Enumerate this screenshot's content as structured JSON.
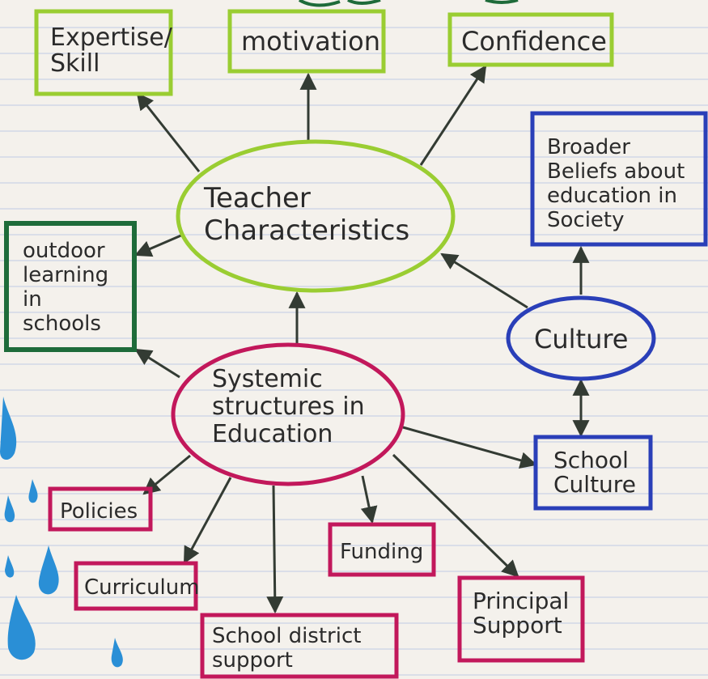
{
  "colors": {
    "paper": "#f4f1ec",
    "rule": "#c9d3e6",
    "green_light": "#9acd32",
    "green_dark": "#1e6b3a",
    "pink": "#c2185b",
    "blue": "#2a3fb8",
    "arrow": "#333b33",
    "drop": "#2a8fd6"
  },
  "nodes": {
    "expertise": [
      "Expertise/",
      "Skill"
    ],
    "motivation": [
      "motivation"
    ],
    "confidence": [
      "Confidence"
    ],
    "teacher": [
      "Teacher",
      "Characteristics"
    ],
    "broader": [
      "Broader",
      "Beliefs about",
      "education in",
      "Society"
    ],
    "outdoor": [
      "outdoor",
      "learning",
      "in",
      "schools"
    ],
    "culture": [
      "Culture"
    ],
    "systemic": [
      "Systemic",
      "structures in",
      "Education"
    ],
    "school_culture": [
      "School",
      "Culture"
    ],
    "policies": [
      "Policies"
    ],
    "funding": [
      "Funding"
    ],
    "curriculum": [
      "Curriculum"
    ],
    "principal": [
      "Principal",
      "Support"
    ],
    "district": [
      "School district",
      "support"
    ]
  }
}
